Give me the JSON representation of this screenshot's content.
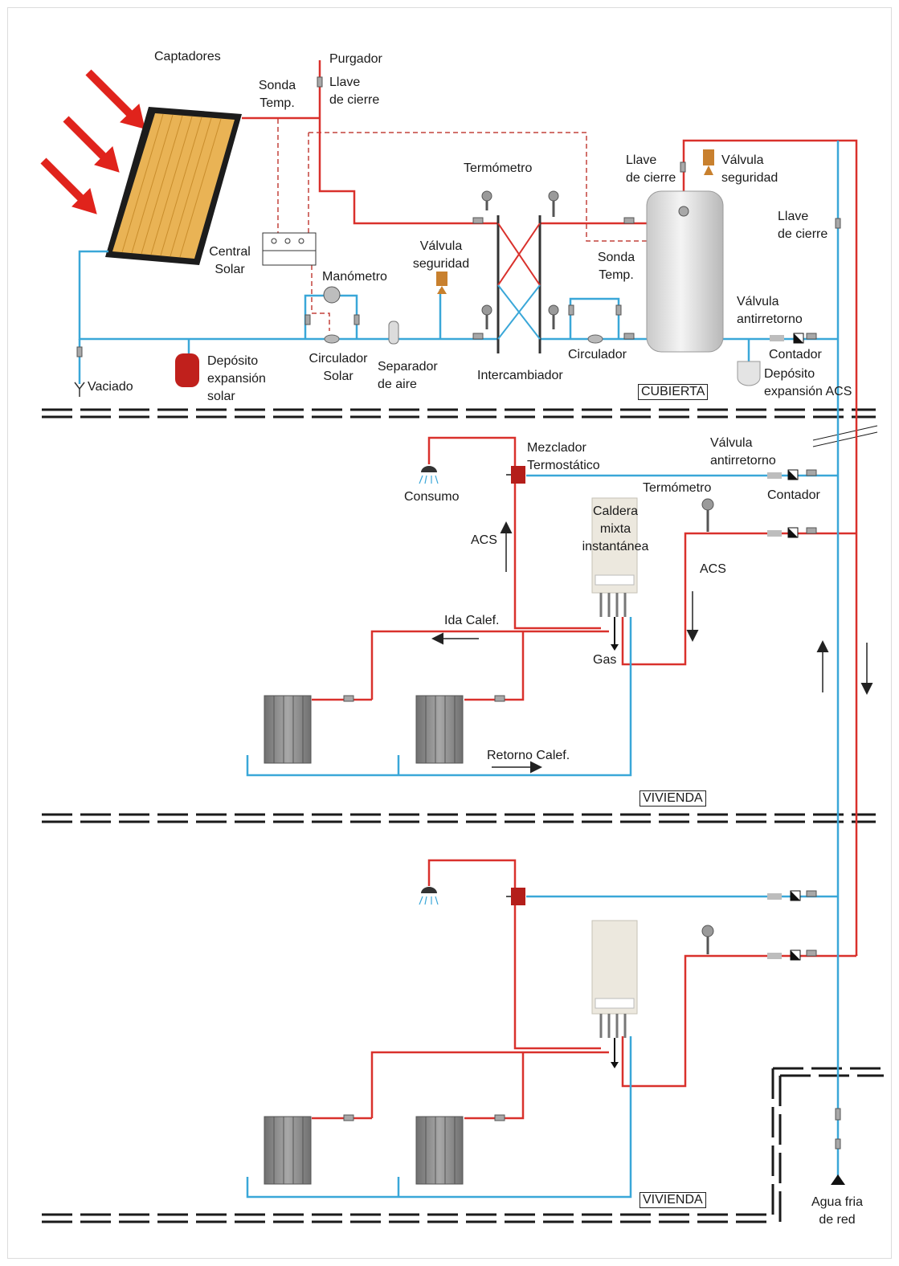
{
  "labels": {
    "captadores": "Captadores",
    "purgador": "Purgador",
    "llave_cierre_top": "Llave\nde cierre",
    "sonda_temp_top": "Sonda\nTemp.",
    "termometro_top": "Termómetro",
    "llave_cierre_tank": "Llave\nde cierre",
    "valvula_seguridad_tank": "Válvula\nseguridad",
    "llave_cierre_right": "Llave\nde cierre",
    "central_solar": "Central\nSolar",
    "valvula_seguridad_mid": "Válvula\nseguridad",
    "sonda_temp_mid": "Sonda\nTemp.",
    "manometro": "Manómetro",
    "valvula_antirretorno_top": "Válvula\nantirretorno",
    "contador_top": "Contador",
    "deposito_expansion_acs": "Depósito\nexpansión ACS",
    "vaciado": "Vaciado",
    "deposito_expansion_solar": "Depósito\nexpansión\nsolar",
    "circulador_solar": "Circulador\nSolar",
    "separador_aire": "Separador\nde aire",
    "intercambiador": "Intercambiador",
    "circulador": "Circulador",
    "cubierta": "CUBIERTA",
    "mezclador_termostatico": "Mezclador\nTermostático",
    "valvula_antirretorno_mid": "Válvula\nantirretorno",
    "consumo": "Consumo",
    "termometro_mid": "Termómetro",
    "contador_mid": "Contador",
    "caldera": "Caldera\nmixta\ninstantánea",
    "acs_up": "ACS",
    "acs_down": "ACS",
    "ida_calef": "Ida Calef.",
    "gas": "Gas",
    "retorno_calef": "Retorno Calef.",
    "vivienda_1": "VIVIENDA",
    "vivienda_2": "VIVIENDA",
    "agua_fria": "Agua fria\nde red"
  },
  "colors": {
    "hot_pipe": "#d9312c",
    "cold_pipe": "#3aa7d8",
    "sun_arrow": "#e0231c",
    "collector_fill": "#e9b355",
    "collector_frame": "#1c1c1c",
    "radiator": "#8a8a8a",
    "tank": "#e6e6e6",
    "boiler": "#ece8de",
    "expansion_tank": "#c0201c"
  }
}
